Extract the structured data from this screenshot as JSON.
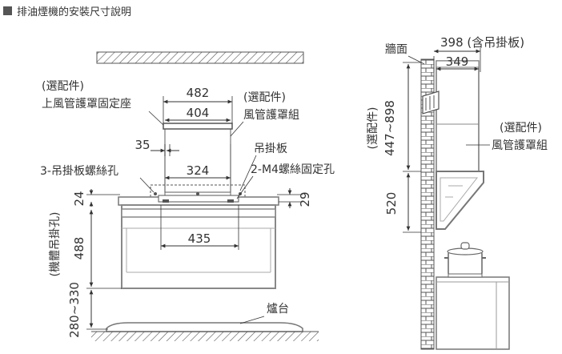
{
  "header": {
    "title": "排油煙機的安裝尺寸說明",
    "bullet": "square-bullet-icon"
  },
  "front": {
    "opt_upper_1": "(選配件)",
    "opt_upper_2": "上風管護罩固定座",
    "opt_duct_1": "(選配件)",
    "opt_duct_2": "風管護罩組",
    "dim_482": "482",
    "dim_404": "404",
    "dim_35": "35",
    "dim_324": "324",
    "label_bracket": "吊掛板",
    "label_3holes": "3-吊掛板螺絲孔",
    "label_m4": "2-M4螺絲固定孔",
    "dim_24": "24",
    "dim_29": "29",
    "dim_488": "488",
    "label_body_hole": "(機體吊掛孔)",
    "dim_435": "435",
    "dim_280_330": "280~330",
    "label_stove": "爐台"
  },
  "side": {
    "label_wall": "牆面",
    "dim_398": "398 (含吊掛板)",
    "dim_349": "349",
    "opt_label": "(選配件)",
    "dim_447_898": "447~898",
    "opt_duct_1": "(選配件)",
    "opt_duct_2": "風管護罩組",
    "dim_520": "520"
  }
}
